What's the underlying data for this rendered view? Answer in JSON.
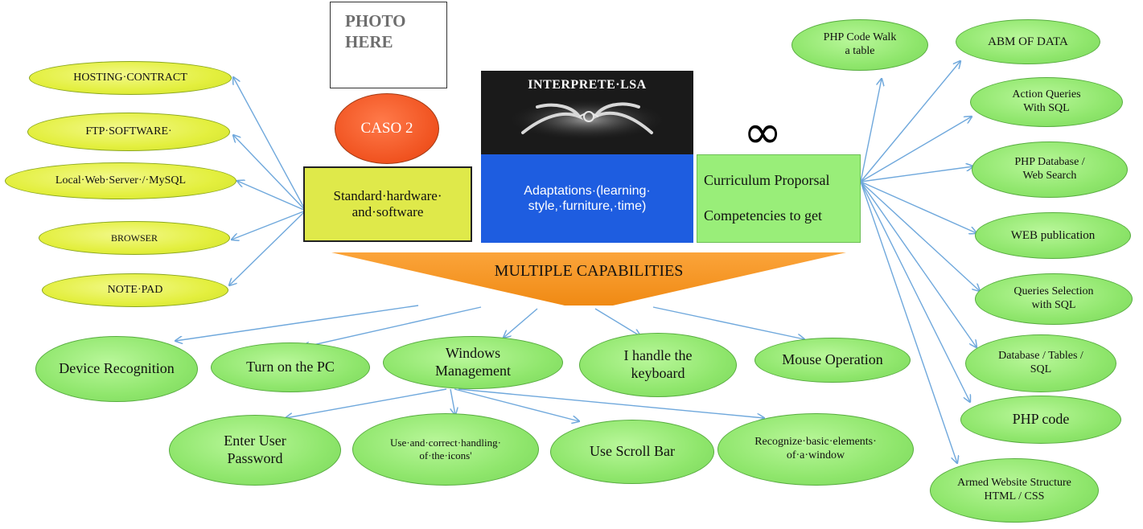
{
  "photo_placeholder": {
    "line1": "PHOTO",
    "line2": "HERE"
  },
  "caso": "CASO 2",
  "interpreter_title": "INTERPRETE·LSA",
  "infinity_symbol": "∞",
  "center_boxes": {
    "standard": {
      "line1": "Standard·hardware·",
      "line2": "and·software"
    },
    "adaptations": {
      "line1": "Adaptations·(learning·",
      "line2": "style,·furniture,·time)"
    },
    "curriculum": {
      "line1": "Curriculum Proporsal",
      "line2": "Competencies to get"
    }
  },
  "banner": "MULTIPLE CAPABILITIES",
  "left_nodes": [
    "HOSTING·CONTRACT",
    "FTP·SOFTWARE·",
    "Local·Web·Server·/·MySQL",
    "BROWSER",
    "NOTE·PAD"
  ],
  "right_nodes": {
    "php_walk": {
      "line1": "PHP Code Walk",
      "line2": "a table"
    },
    "abm": "ABM OF DATA",
    "action_queries": {
      "line1": "Action Queries",
      "line2": "With SQL"
    },
    "php_db": {
      "line1": "PHP Database /",
      "line2": "Web Search"
    },
    "web_pub": "WEB publication",
    "queries_sel": {
      "line1": "Queries Selection",
      "line2": "with SQL"
    },
    "db_tables": {
      "line1": "Database / Tables /",
      "line2": "SQL"
    },
    "php_code": "PHP code",
    "armed": {
      "line1": "Armed Website Structure",
      "line2": "HTML / CSS"
    }
  },
  "bottom_nodes": {
    "device": "Device Recognition",
    "turn_on": "Turn on the PC",
    "windows": {
      "line1": "Windows",
      "line2": "Management"
    },
    "keyboard": {
      "line1": "I handle the",
      "line2": "keyboard"
    },
    "mouse": "Mouse Operation"
  },
  "sub_nodes": {
    "password": {
      "line1": "Enter User",
      "line2": "Password"
    },
    "icons": {
      "line1": "Use·and·correct·handling·",
      "line2": "of·the·icons'"
    },
    "scroll": "Use Scroll Bar",
    "recognize": {
      "line1": "Recognize·basic·elements·",
      "line2": "of·a·window"
    }
  },
  "colors": {
    "yellow_node": "#e3ef3e",
    "green_node": "#8fe66c",
    "banner": "#f7931e",
    "adaptations_box": "#1e5de0",
    "caso": "#f0521f",
    "arrow": "#6fa8dc"
  }
}
